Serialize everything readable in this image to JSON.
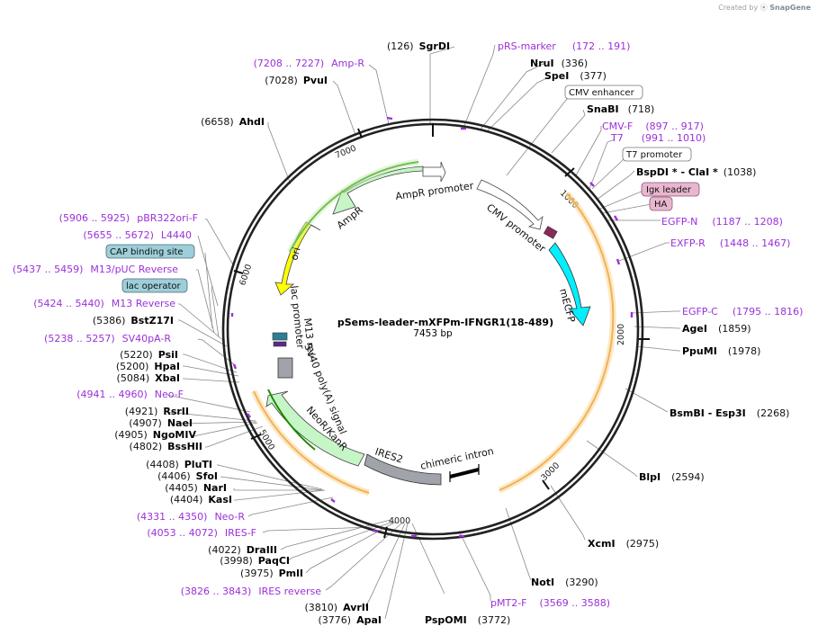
{
  "brand": {
    "prefix": "Created by",
    "name": "SnapGene"
  },
  "plasmid": {
    "name": "pSems-leader-mXFPm-IFNGR1(18-489)",
    "length_label": "7453 bp"
  },
  "ticks": [
    "1000",
    "2000",
    "3000",
    "4000",
    "5000",
    "6000",
    "7000"
  ],
  "features": {
    "ampr": "AmpR",
    "ampr_promoter": "AmpR promoter",
    "cmv_promoter": "CMV promoter",
    "mecfp": "mECFP",
    "ori": "ori",
    "lac_promoter": "lac promoter",
    "m13_rev": "M13 rev",
    "sv40": "SV40 poly(A) signal",
    "neo": "NeoR/KanR",
    "ires": "IRES2",
    "chimeric": "chimeric intron"
  },
  "boxed": {
    "cmv_enhancer": "CMV enhancer",
    "t7_promoter": "T7 promoter",
    "igk": "Igκ leader",
    "ha": "HA",
    "cap": "CAP binding site",
    "lac_operator": "lac operator"
  },
  "labels": {
    "l01": {
      "pos": "(126)",
      "name": "SgrDI"
    },
    "l02": {
      "name": "pRS-marker",
      "pos": "(172 .. 191)"
    },
    "l03": {
      "name": "NruI",
      "pos": "(336)"
    },
    "l04": {
      "name": "SpeI",
      "pos": "(377)"
    },
    "l05": {
      "name": "SnaBI",
      "pos": "(718)"
    },
    "l06": {
      "name": "CMV-F",
      "pos": "(897 .. 917)"
    },
    "l07": {
      "name": "T7",
      "pos": "(991 .. 1010)"
    },
    "l08": {
      "name": "BspDI * - ClaI *",
      "pos": "(1038)"
    },
    "l09": {
      "name": "EGFP-N",
      "pos": "(1187 .. 1208)"
    },
    "l10": {
      "name": "EXFP-R",
      "pos": "(1448 .. 1467)"
    },
    "l11": {
      "name": "EGFP-C",
      "pos": "(1795 .. 1816)"
    },
    "l12": {
      "name": "AgeI",
      "pos": "(1859)"
    },
    "l13": {
      "name": "PpuMI",
      "pos": "(1978)"
    },
    "l14": {
      "name": "BsmBI - Esp3I",
      "pos": "(2268)"
    },
    "l15": {
      "name": "BlpI",
      "pos": "(2594)"
    },
    "l16": {
      "name": "XcmI",
      "pos": "(2975)"
    },
    "l17": {
      "name": "NotI",
      "pos": "(3290)"
    },
    "l18": {
      "name": "pMT2-F",
      "pos": "(3569 .. 3588)"
    },
    "l19": {
      "name": "PspOMI",
      "pos": "(3772)"
    },
    "l20": {
      "pos": "(3776)",
      "name": "ApaI"
    },
    "l21": {
      "pos": "(3810)",
      "name": "AvrII"
    },
    "l22": {
      "pos": "(3826 .. 3843)",
      "name": "IRES reverse"
    },
    "l23": {
      "pos": "(3975)",
      "name": "PmlI"
    },
    "l24": {
      "pos": "(3998)",
      "name": "PaqCI"
    },
    "l25": {
      "pos": "(4022)",
      "name": "DraIII"
    },
    "l26": {
      "pos": "(4053 .. 4072)",
      "name": "IRES-F"
    },
    "l27": {
      "pos": "(4331 .. 4350)",
      "name": "Neo-R"
    },
    "l28": {
      "pos": "(4404)",
      "name": "KasI"
    },
    "l29": {
      "pos": "(4405)",
      "name": "NarI"
    },
    "l30": {
      "pos": "(4406)",
      "name": "SfoI"
    },
    "l31": {
      "pos": "(4408)",
      "name": "PluTI"
    },
    "l32": {
      "pos": "(4802)",
      "name": "BssHII"
    },
    "l33": {
      "pos": "(4905)",
      "name": "NgoMIV"
    },
    "l34": {
      "pos": "(4907)",
      "name": "NaeI"
    },
    "l35": {
      "pos": "(4921)",
      "name": "RsrII"
    },
    "l36": {
      "pos": "(4941 .. 4960)",
      "name": "Neo-F"
    },
    "l37": {
      "pos": "(5084)",
      "name": "XbaI"
    },
    "l38": {
      "pos": "(5200)",
      "name": "HpaI"
    },
    "l39": {
      "pos": "(5220)",
      "name": "PsiI"
    },
    "l40": {
      "pos": "(5238 .. 5257)",
      "name": "SV40pA-R"
    },
    "l41": {
      "pos": "(5386)",
      "name": "BstZ17I"
    },
    "l42": {
      "pos": "(5424 .. 5440)",
      "name": "M13 Reverse"
    },
    "l43": {
      "pos": "(5437 .. 5459)",
      "name": "M13/pUC Reverse"
    },
    "l44": {
      "pos": "(5655 .. 5672)",
      "name": "L4440"
    },
    "l45": {
      "pos": "(5906 .. 5925)",
      "name": "pBR322ori-F"
    },
    "l46": {
      "pos": "(6658)",
      "name": "AhdI"
    },
    "l47": {
      "pos": "(7028)",
      "name": "PvuI"
    },
    "l48": {
      "pos": "(7208 .. 7227)",
      "name": "Amp-R"
    }
  }
}
